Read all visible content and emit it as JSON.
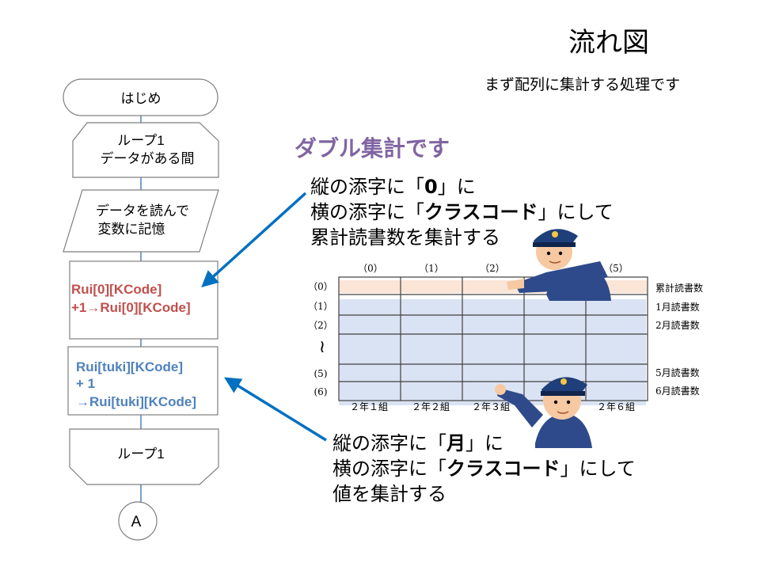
{
  "title": "流れ図",
  "subtitle": "まず配列に集計する処理です",
  "heading": "ダブル集計です",
  "flowchart": {
    "start": "はじめ",
    "loop_start": [
      "ループ1",
      "データがある間"
    ],
    "read": [
      "データを読んで",
      "変数に記憶"
    ],
    "process1": [
      "Rui[0][KCode]",
      "+1→Rui[0][KCode]"
    ],
    "process2": [
      "Rui[tuki][KCode]",
      "+ 1",
      "→Rui[tuki][KCode]"
    ],
    "loop_end": "ループ1",
    "connector": "A"
  },
  "note1": {
    "line1_pre": "縦の添字に「",
    "line1_bold": "0",
    "line1_post": "」に",
    "line2_pre": "横の添字に「",
    "line2_bold": "クラスコード",
    "line2_post": "」にして",
    "line3": "累計読書数を集計する"
  },
  "note2": {
    "line1_pre": "縦の添字に「",
    "line1_bold": "月",
    "line1_post": "」に",
    "line2_pre": "横の添字に「",
    "line2_bold": "クラスコード",
    "line2_post": "」にして",
    "line3": "値を集計する"
  },
  "table": {
    "col_headers": [
      "（0）",
      "（1）",
      "（2）",
      "",
      "",
      "（5）"
    ],
    "row_headers": [
      "（0）",
      "（1）",
      "（2）",
      "(5)",
      "(6)"
    ],
    "tilde": "≀",
    "right_labels": [
      "累計読書数",
      "1月読書数",
      "2月読書数",
      "5月読書数",
      "6月読書数"
    ],
    "bottom_labels": [
      "２年１組",
      "２年２組",
      "２年３組",
      "２年６組"
    ]
  },
  "colors": {
    "heading": "#8064a2",
    "process1_text": "#c0504d",
    "process2_text": "#4f81bd",
    "arrow": "#0070c0",
    "flow_line": "#4f81bd",
    "row0_fill": "#fbe5d6",
    "rows_fill": "#dae3f3"
  },
  "icons": [
    "police-officer-pointing-illustration",
    "police-officer-pointing-up-illustration"
  ]
}
